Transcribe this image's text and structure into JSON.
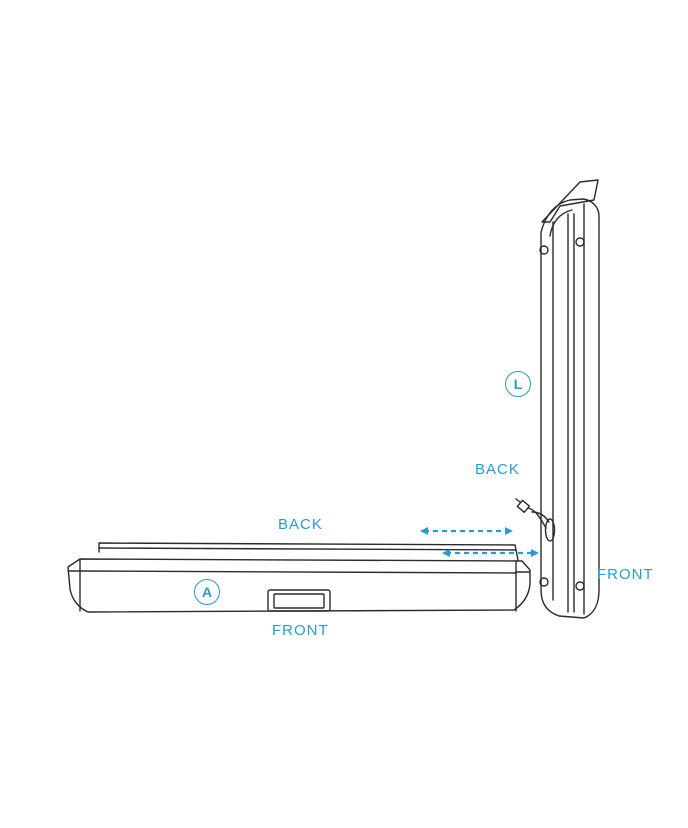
{
  "colors": {
    "accent": "#2e9ac9",
    "outline": "#2b2b2b"
  },
  "unit_a": {
    "badge": "A",
    "back_label": "BACK",
    "front_label": "FRONT"
  },
  "unit_l": {
    "badge": "L",
    "back_label": "BACK",
    "front_label": "FRONT"
  }
}
